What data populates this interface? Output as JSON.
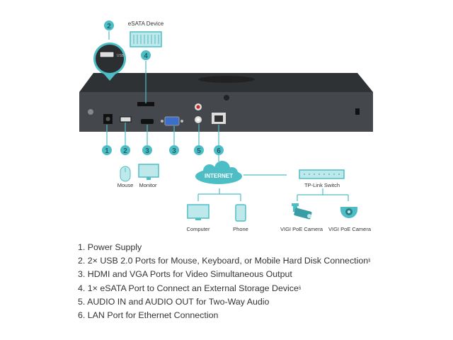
{
  "labels": {
    "esata_device": "eSATA Device",
    "usb_port": "USB",
    "mouse": "Mouse",
    "monitor": "Monitor",
    "internet": "INTERNET",
    "switch": "TP-Link Switch",
    "computer": "Computer",
    "phone": "Phone",
    "camera1": "VIGI PoE Camera",
    "camera2": "VIGI PoE Camera"
  },
  "callouts": [
    "1",
    "2",
    "3",
    "3",
    "5",
    "6"
  ],
  "top_callouts": [
    "2",
    "4"
  ],
  "features": [
    {
      "text": "1. Power Supply",
      "note": ""
    },
    {
      "text": "2. 2× USB 2.0 Ports for Mouse, Keyboard, or Mobile Hard Disk Connection",
      "note": "§"
    },
    {
      "text": "3. HDMI and VGA Ports for Video Simultaneous Output",
      "note": ""
    },
    {
      "text": "4. 1× eSATA Port to Connect an External Storage Device",
      "note": "§"
    },
    {
      "text": "5. AUDIO IN and AUDIO OUT for Two-Way Audio",
      "note": ""
    },
    {
      "text": "6. LAN Port for Ethernet Connection",
      "note": ""
    }
  ],
  "colors": {
    "accent": "#4dbdc6",
    "device": "#3a3d40",
    "text": "#333333"
  }
}
